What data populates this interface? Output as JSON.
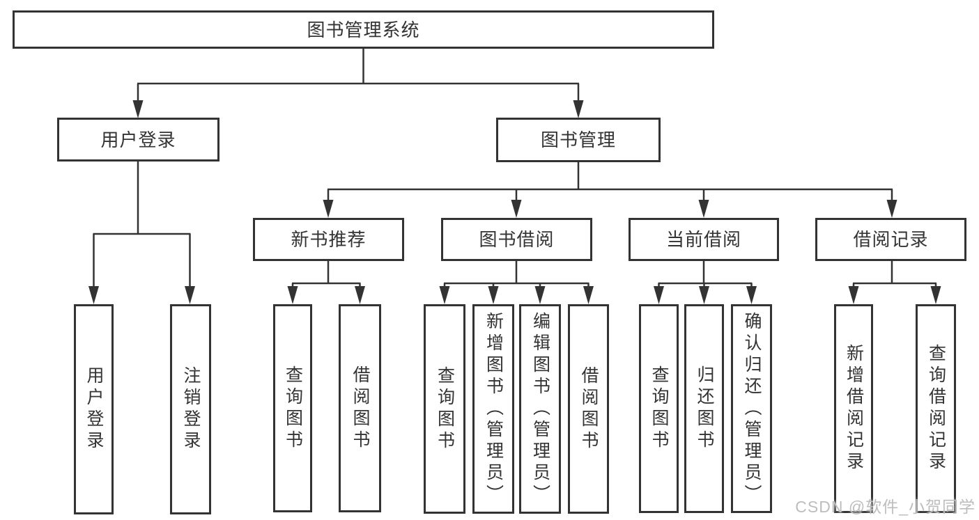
{
  "tree": {
    "root": {
      "label": "图书管理系统",
      "children": [
        {
          "label": "用户登录",
          "children": [
            {
              "label": "用户登录"
            },
            {
              "label": "注销登录"
            }
          ]
        },
        {
          "label": "图书管理",
          "children": [
            {
              "label": "新书推荐",
              "children": [
                {
                  "label": "查询图书"
                },
                {
                  "label": "借阅图书"
                }
              ]
            },
            {
              "label": "图书借阅",
              "children": [
                {
                  "label": "查询图书"
                },
                {
                  "label": "新增图书（管理员）"
                },
                {
                  "label": "编辑图书（管理员）"
                },
                {
                  "label": "借阅图书"
                }
              ]
            },
            {
              "label": "当前借阅",
              "children": [
                {
                  "label": "查询图书"
                },
                {
                  "label": "归还图书"
                },
                {
                  "label": "确认归还（管理员）"
                }
              ]
            },
            {
              "label": "借阅记录",
              "children": [
                {
                  "label": "新增借阅记录"
                },
                {
                  "label": "查询借阅记录"
                }
              ]
            }
          ]
        }
      ]
    }
  },
  "watermark": "CSDN @软件_小贺同学",
  "colors": {
    "line": "#333333",
    "text": "#333333",
    "background": "#ffffff",
    "watermark": "#bdbdbd"
  }
}
